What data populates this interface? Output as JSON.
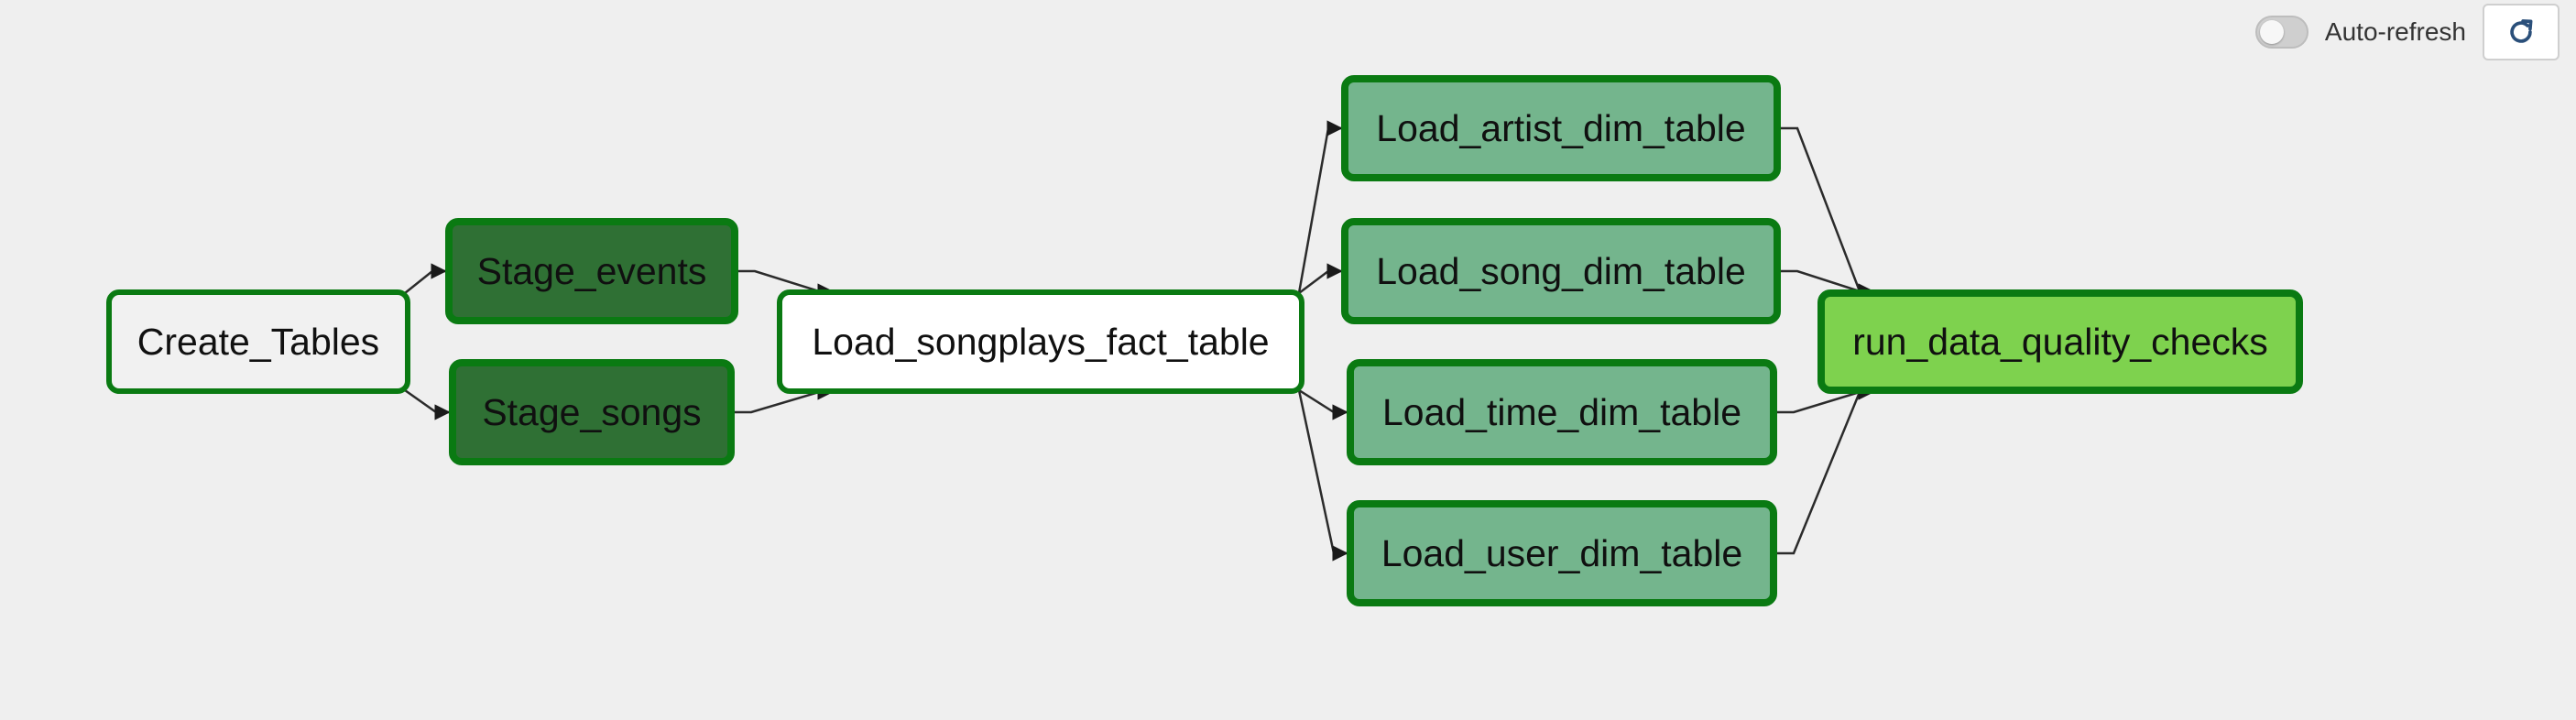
{
  "toolbar": {
    "auto_refresh_label": "Auto-refresh",
    "auto_refresh_on": false,
    "refresh_icon": "refresh-icon"
  },
  "colors": {
    "border": "#0a7a12",
    "edge": "#2b2b2b",
    "no_status": "#f1f1f1",
    "running": "#ffffff",
    "success_dark": "#2f7034",
    "success_medium": "#74b58d",
    "success_light": "#7ed24e"
  },
  "nodes": [
    {
      "id": "Create_Tables",
      "label": "Create_Tables",
      "fill": "no_status"
    },
    {
      "id": "Stage_events",
      "label": "Stage_events",
      "fill": "success_dark"
    },
    {
      "id": "Stage_songs",
      "label": "Stage_songs",
      "fill": "success_dark"
    },
    {
      "id": "Load_songplays_fact_table",
      "label": "Load_songplays_fact_table",
      "fill": "running"
    },
    {
      "id": "Load_artist_dim_table",
      "label": "Load_artist_dim_table",
      "fill": "success_medium"
    },
    {
      "id": "Load_song_dim_table",
      "label": "Load_song_dim_table",
      "fill": "success_medium"
    },
    {
      "id": "Load_time_dim_table",
      "label": "Load_time_dim_table",
      "fill": "success_medium"
    },
    {
      "id": "Load_user_dim_table",
      "label": "Load_user_dim_table",
      "fill": "success_medium"
    },
    {
      "id": "run_data_quality_checks",
      "label": "run_data_quality_checks",
      "fill": "success_light"
    }
  ],
  "edges": [
    [
      "Create_Tables",
      "Stage_events"
    ],
    [
      "Create_Tables",
      "Stage_songs"
    ],
    [
      "Stage_events",
      "Load_songplays_fact_table"
    ],
    [
      "Stage_songs",
      "Load_songplays_fact_table"
    ],
    [
      "Load_songplays_fact_table",
      "Load_artist_dim_table"
    ],
    [
      "Load_songplays_fact_table",
      "Load_song_dim_table"
    ],
    [
      "Load_songplays_fact_table",
      "Load_time_dim_table"
    ],
    [
      "Load_songplays_fact_table",
      "Load_user_dim_table"
    ],
    [
      "Load_artist_dim_table",
      "run_data_quality_checks"
    ],
    [
      "Load_song_dim_table",
      "run_data_quality_checks"
    ],
    [
      "Load_time_dim_table",
      "run_data_quality_checks"
    ],
    [
      "Load_user_dim_table",
      "run_data_quality_checks"
    ]
  ]
}
